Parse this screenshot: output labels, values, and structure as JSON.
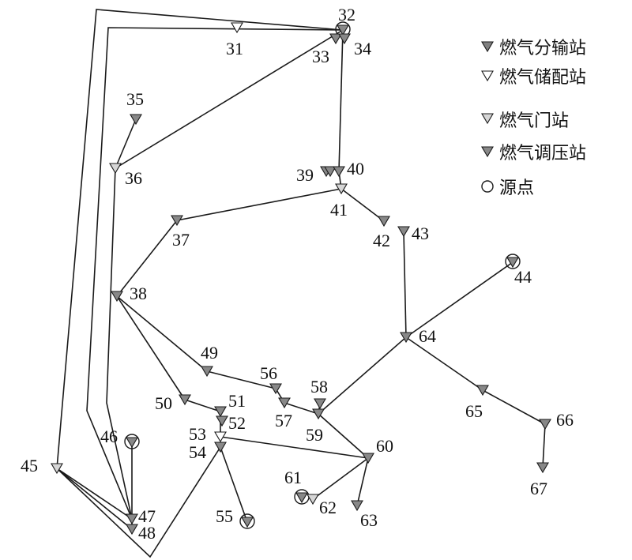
{
  "colors": {
    "line": "#1a1a1a",
    "fill_transfer": "#808080",
    "fill_storage": "#ffffff",
    "fill_gate": "#d6d6d6",
    "fill_regulator": "#888888"
  },
  "legend": [
    {
      "symbol": "transfer-station",
      "label": "燃气分输站"
    },
    {
      "symbol": "storage-station",
      "label": "燃气储配站"
    },
    {
      "symbol": "gate-station",
      "label": "燃气门站"
    },
    {
      "symbol": "regulator-station",
      "label": "燃气调压站"
    },
    {
      "symbol": "source-point",
      "label": "源点"
    }
  ],
  "nodes": [
    {
      "id": "31",
      "label": "31",
      "type": "storage",
      "source": false
    },
    {
      "id": "32",
      "label": "32",
      "type": "regulator",
      "source": true
    },
    {
      "id": "33",
      "label": "33",
      "type": "regulator",
      "source": false
    },
    {
      "id": "34",
      "label": "34",
      "type": "regulator",
      "source": false
    },
    {
      "id": "35",
      "label": "35",
      "type": "regulator",
      "source": false
    },
    {
      "id": "36",
      "label": "36",
      "type": "gate",
      "source": false
    },
    {
      "id": "37",
      "label": "37",
      "type": "regulator",
      "source": false
    },
    {
      "id": "38",
      "label": "38",
      "type": "regulator",
      "source": false
    },
    {
      "id": "39",
      "label": "39",
      "type": "regulator",
      "source": false
    },
    {
      "id": "39b",
      "label": "",
      "type": "regulator",
      "source": false
    },
    {
      "id": "40",
      "label": "40",
      "type": "regulator",
      "source": false
    },
    {
      "id": "41",
      "label": "41",
      "type": "gate",
      "source": false
    },
    {
      "id": "42",
      "label": "42",
      "type": "regulator",
      "source": false
    },
    {
      "id": "43",
      "label": "43",
      "type": "regulator",
      "source": false
    },
    {
      "id": "44",
      "label": "44",
      "type": "regulator",
      "source": true
    },
    {
      "id": "45",
      "label": "45",
      "type": "gate",
      "source": false
    },
    {
      "id": "46",
      "label": "46",
      "type": "regulator",
      "source": true
    },
    {
      "id": "47",
      "label": "47",
      "type": "regulator",
      "source": false
    },
    {
      "id": "48",
      "label": "48",
      "type": "regulator",
      "source": false
    },
    {
      "id": "49",
      "label": "49",
      "type": "regulator",
      "source": false
    },
    {
      "id": "50",
      "label": "50",
      "type": "regulator",
      "source": false
    },
    {
      "id": "51",
      "label": "51",
      "type": "regulator",
      "source": false
    },
    {
      "id": "52",
      "label": "52",
      "type": "regulator",
      "source": false
    },
    {
      "id": "53",
      "label": "53",
      "type": "storage",
      "source": false
    },
    {
      "id": "54",
      "label": "54",
      "type": "regulator",
      "source": false
    },
    {
      "id": "55",
      "label": "55",
      "type": "regulator",
      "source": true
    },
    {
      "id": "56",
      "label": "56",
      "type": "regulator",
      "source": false
    },
    {
      "id": "57",
      "label": "57",
      "type": "regulator",
      "source": false
    },
    {
      "id": "58",
      "label": "58",
      "type": "regulator",
      "source": false
    },
    {
      "id": "59",
      "label": "59",
      "type": "regulator",
      "source": false
    },
    {
      "id": "60",
      "label": "60",
      "type": "regulator",
      "source": false
    },
    {
      "id": "61",
      "label": "61",
      "type": "regulator",
      "source": true
    },
    {
      "id": "62",
      "label": "62",
      "type": "gate",
      "source": false
    },
    {
      "id": "63",
      "label": "63",
      "type": "regulator",
      "source": false
    },
    {
      "id": "64",
      "label": "64",
      "type": "regulator",
      "source": false
    },
    {
      "id": "65",
      "label": "65",
      "type": "regulator",
      "source": false
    },
    {
      "id": "66",
      "label": "66",
      "type": "regulator",
      "source": false
    },
    {
      "id": "67",
      "label": "67",
      "type": "regulator",
      "source": false
    }
  ],
  "edges": [
    [
      "31",
      "32"
    ],
    [
      "32",
      "45"
    ],
    [
      "32",
      "36"
    ],
    [
      "32",
      "40"
    ],
    [
      "35",
      "36"
    ],
    [
      "36",
      "47"
    ],
    [
      "40",
      "41"
    ],
    [
      "41",
      "42"
    ],
    [
      "41",
      "37"
    ],
    [
      "37",
      "38"
    ],
    [
      "38",
      "49"
    ],
    [
      "38",
      "50"
    ],
    [
      "49",
      "56"
    ],
    [
      "56",
      "57"
    ],
    [
      "57",
      "59"
    ],
    [
      "59",
      "58"
    ],
    [
      "59",
      "60"
    ],
    [
      "59",
      "64"
    ],
    [
      "43",
      "64"
    ],
    [
      "44",
      "64"
    ],
    [
      "64",
      "65"
    ],
    [
      "65",
      "66"
    ],
    [
      "66",
      "67"
    ],
    [
      "50",
      "51"
    ],
    [
      "51",
      "53"
    ],
    [
      "53",
      "60"
    ],
    [
      "60",
      "62"
    ],
    [
      "60",
      "63"
    ],
    [
      "54",
      "55"
    ],
    [
      "45",
      "47"
    ],
    [
      "45",
      "48"
    ],
    [
      "46",
      "48"
    ],
    [
      "48",
      "54"
    ]
  ]
}
